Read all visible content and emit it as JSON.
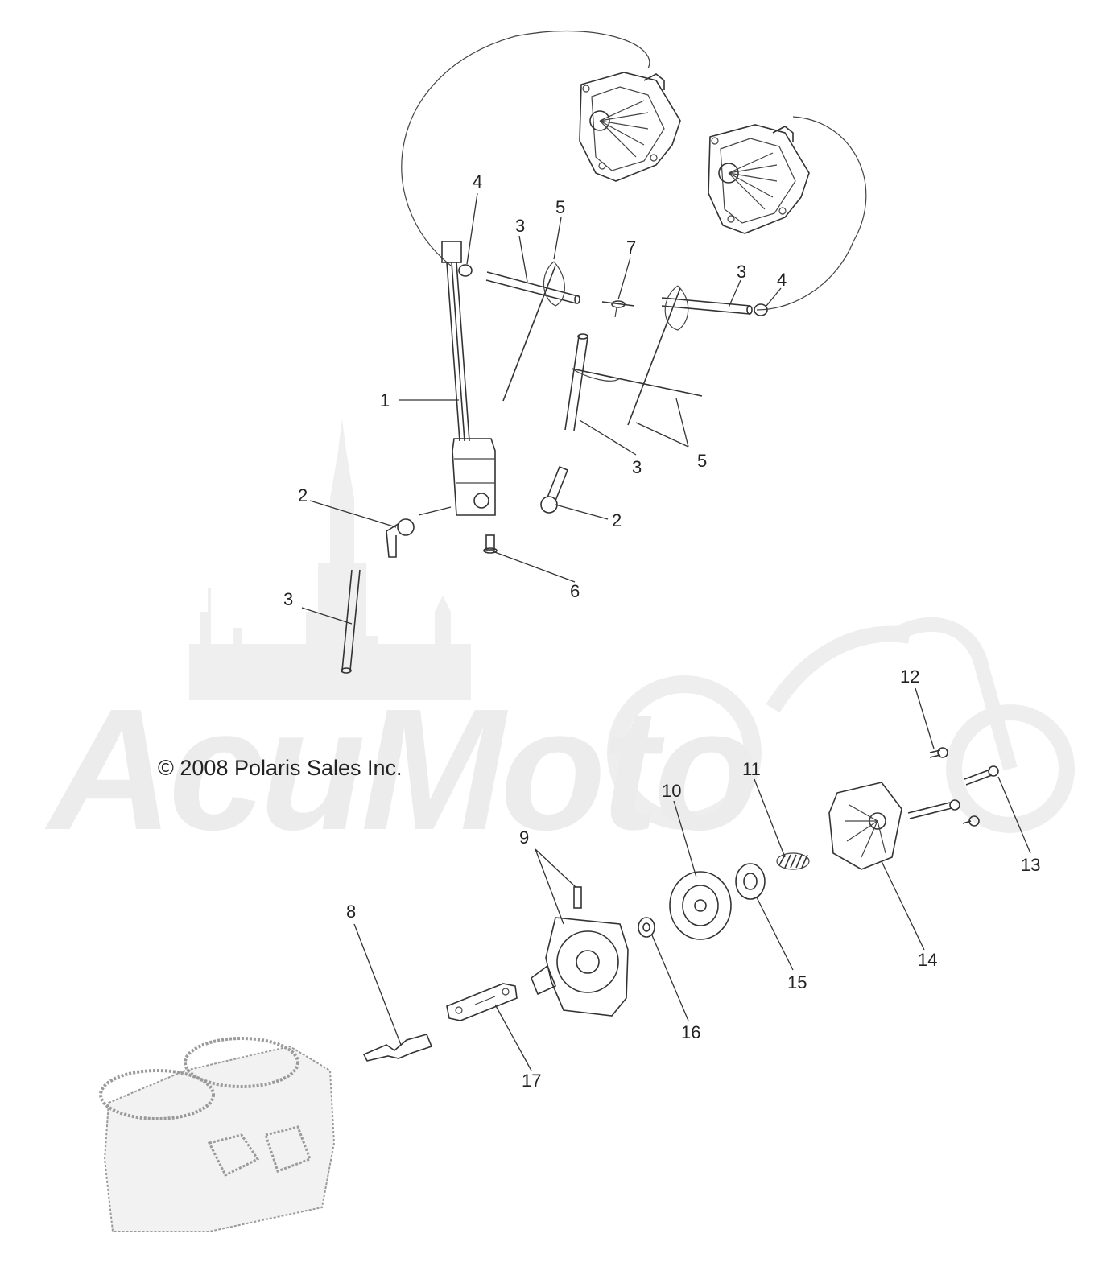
{
  "copyright": "© 2008 Polaris Sales Inc.",
  "watermark": "AcuMoto",
  "callouts": {
    "c1": "1",
    "c2a": "2",
    "c2b": "2",
    "c3a": "3",
    "c3b": "3",
    "c3c": "3",
    "c3d": "3",
    "c4a": "4",
    "c4b": "4",
    "c5a": "5",
    "c5b": "5",
    "c6": "6",
    "c7": "7",
    "c8": "8",
    "c9": "9",
    "c10": "10",
    "c11": "11",
    "c12": "12",
    "c13": "13",
    "c14": "14",
    "c15": "15",
    "c16": "16",
    "c17": "17"
  }
}
